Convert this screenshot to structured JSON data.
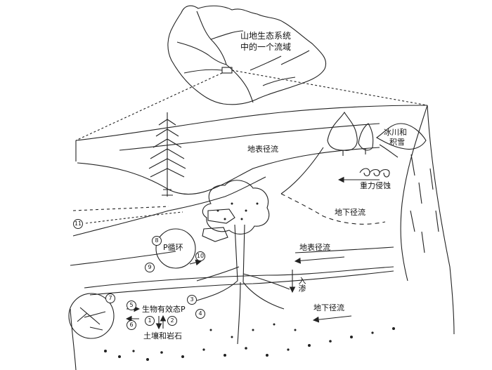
{
  "title_lines": [
    "山地生态系统",
    "中的一个流域"
  ],
  "labels": {
    "surface_runoff_top": "地表径流",
    "glacier_snow_line1": "冰川和",
    "glacier_snow_line2": "积雪",
    "gravity_erosion": "重力侵蚀",
    "groundwater_runoff_upper": "地下径流",
    "p_cycle": "P循环",
    "surface_runoff_mid": "地表径流",
    "infiltration": "入渗",
    "groundwater_runoff_lower": "地下径流",
    "bioavailable_p": "生物有效态P",
    "soil_and_rock": "土壤和岩石"
  },
  "markers": [
    "1",
    "2",
    "3",
    "4",
    "5",
    "6",
    "7",
    "8",
    "9",
    "10",
    "11"
  ]
}
